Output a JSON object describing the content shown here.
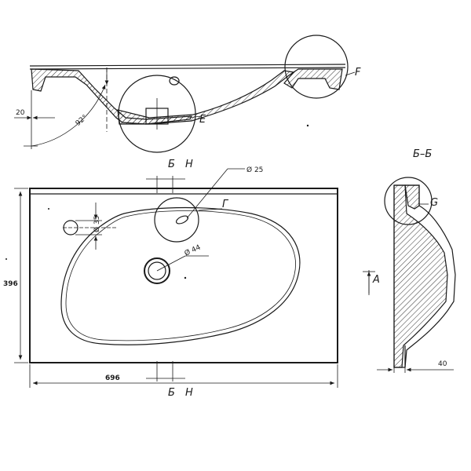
{
  "labels": {
    "detail_f": "F",
    "detail_e": "E",
    "detail_g": "G",
    "detail_gamma": "Г",
    "section_title": "Б–Б",
    "cut_b_top": "Б",
    "cut_h_top": "Н",
    "cut_b_bottom": "Б",
    "cut_h_bottom": "Н",
    "view_a": "А"
  },
  "dimensions": {
    "side_offset": "20",
    "angle": "92°",
    "overflow_diameter": "Ø 25",
    "drain_diameter": "Ø 44",
    "tap_hole": "Ø 35",
    "height": "396",
    "width": "696",
    "section_depth": "40"
  }
}
